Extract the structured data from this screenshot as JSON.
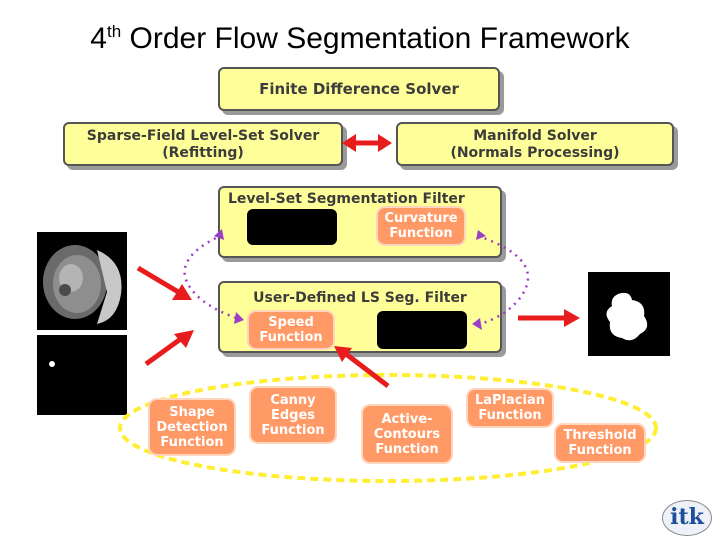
{
  "title": {
    "main": "4",
    "sup": "th",
    "rest": " Order Flow Segmentation Framework"
  },
  "boxes": {
    "fds": "Finite Difference Solver",
    "sparse": {
      "l1": "Sparse-Field Level-Set Solver",
      "l2": "(Refitting)"
    },
    "manifold": {
      "l1": "Manifold Solver",
      "l2": "(Normals Processing)"
    },
    "lssf": "Level-Set Segmentation Filter",
    "udf": "User-Defined LS Seg. Filter"
  },
  "functions": {
    "curvature": [
      "Curvature",
      "Function"
    ],
    "speed": [
      "Speed",
      "Function"
    ],
    "shape": [
      "Shape",
      "Detection",
      "Function"
    ],
    "canny": [
      "Canny",
      "Edges",
      "Function"
    ],
    "active": [
      "Active-",
      "Contours",
      "Function"
    ],
    "laplacian": [
      "LaPlacian",
      "Function"
    ],
    "threshold": [
      "Threshold",
      "Function"
    ]
  },
  "logo": "itk",
  "colors": {
    "yellow_box": "#ffff99",
    "orange_box": "#ff9966",
    "arrow_red": "#e81c1c",
    "dotted_purple": "#9b3fc8",
    "dotted_yellow": "#ffee33"
  }
}
